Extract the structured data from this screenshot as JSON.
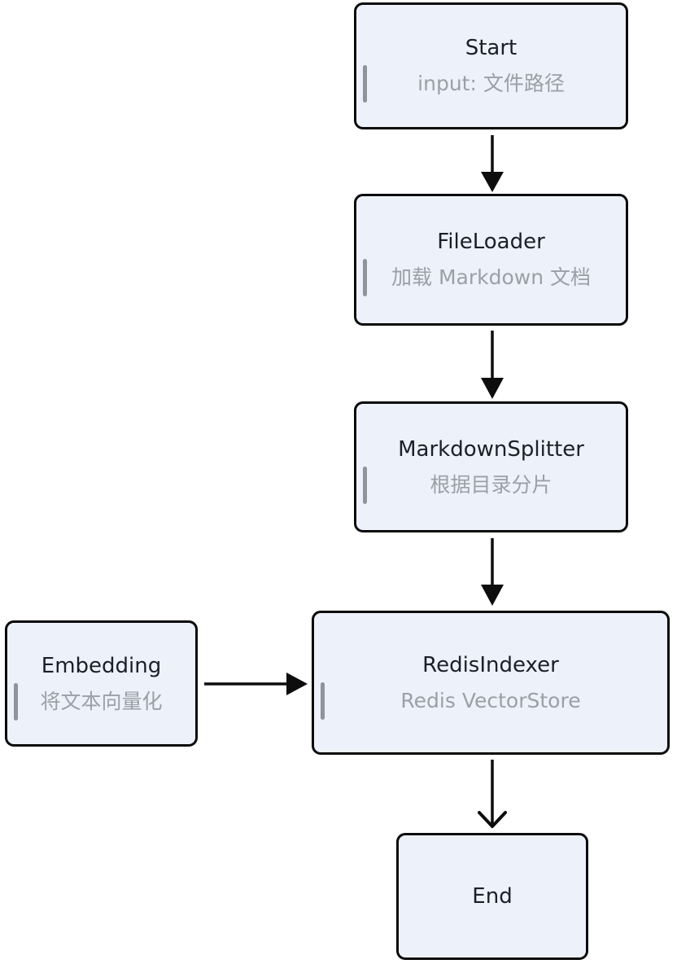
{
  "style": {
    "node_fill": "#edf1fa",
    "node_border": "#0a0a0a",
    "title_color": "#1b1f27",
    "subtitle_color": "#9b9fa6",
    "bar_color": "#8f939c",
    "arrow_color": "#0d0d0d",
    "canvas_bg": "#ffffff"
  },
  "nodes": [
    {
      "id": "start",
      "title": "Start",
      "subtitle": "input: 文件路径"
    },
    {
      "id": "fileloader",
      "title": "FileLoader",
      "subtitle": "加载 Markdown 文档"
    },
    {
      "id": "markdown-splitter",
      "title": "MarkdownSplitter",
      "subtitle": "根据目录分片"
    },
    {
      "id": "embedding",
      "title": "Embedding",
      "subtitle": "将文本向量化"
    },
    {
      "id": "redis-indexer",
      "title": "RedisIndexer",
      "subtitle": "Redis VectorStore"
    },
    {
      "id": "end",
      "title": "End",
      "subtitle": ""
    }
  ],
  "edges": [
    {
      "from": "start",
      "to": "fileloader",
      "head": "triangle"
    },
    {
      "from": "fileloader",
      "to": "markdown-splitter",
      "head": "triangle"
    },
    {
      "from": "markdown-splitter",
      "to": "redis-indexer",
      "head": "triangle"
    },
    {
      "from": "embedding",
      "to": "redis-indexer",
      "head": "triangle"
    },
    {
      "from": "redis-indexer",
      "to": "end",
      "head": "chevron"
    }
  ]
}
